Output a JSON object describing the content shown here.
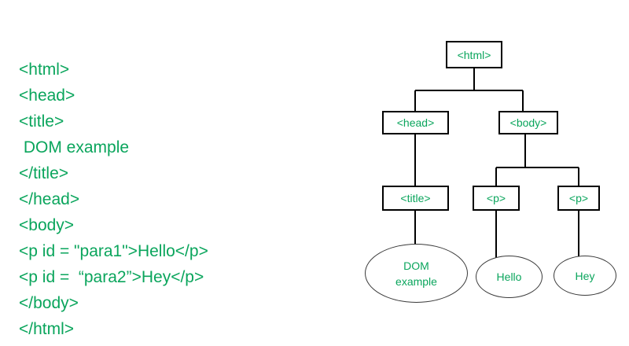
{
  "code": {
    "lines": [
      "<html>",
      "<head>",
      "<title>",
      " DOM example",
      "</title>",
      "</head>",
      "<body>",
      "<p id = \"para1\">Hello</p>",
      "<p id =  “para2”>Hey</p>",
      "</body>",
      "</html>"
    ]
  },
  "tree": {
    "nodes": {
      "html": "<html>",
      "head": "<head>",
      "body": "<body>",
      "title": "<title>",
      "p1": "<p>",
      "p2": "<p>"
    },
    "text_nodes": {
      "title_text_line1": "DOM",
      "title_text_line2": "example",
      "p1_text": "Hello",
      "p2_text": "Hey"
    }
  },
  "colors": {
    "text_green": "#0aa55c",
    "box_border": "#000000",
    "ellipse_border": "#3a3a3a",
    "connector": "#000000",
    "background": "#ffffff"
  }
}
